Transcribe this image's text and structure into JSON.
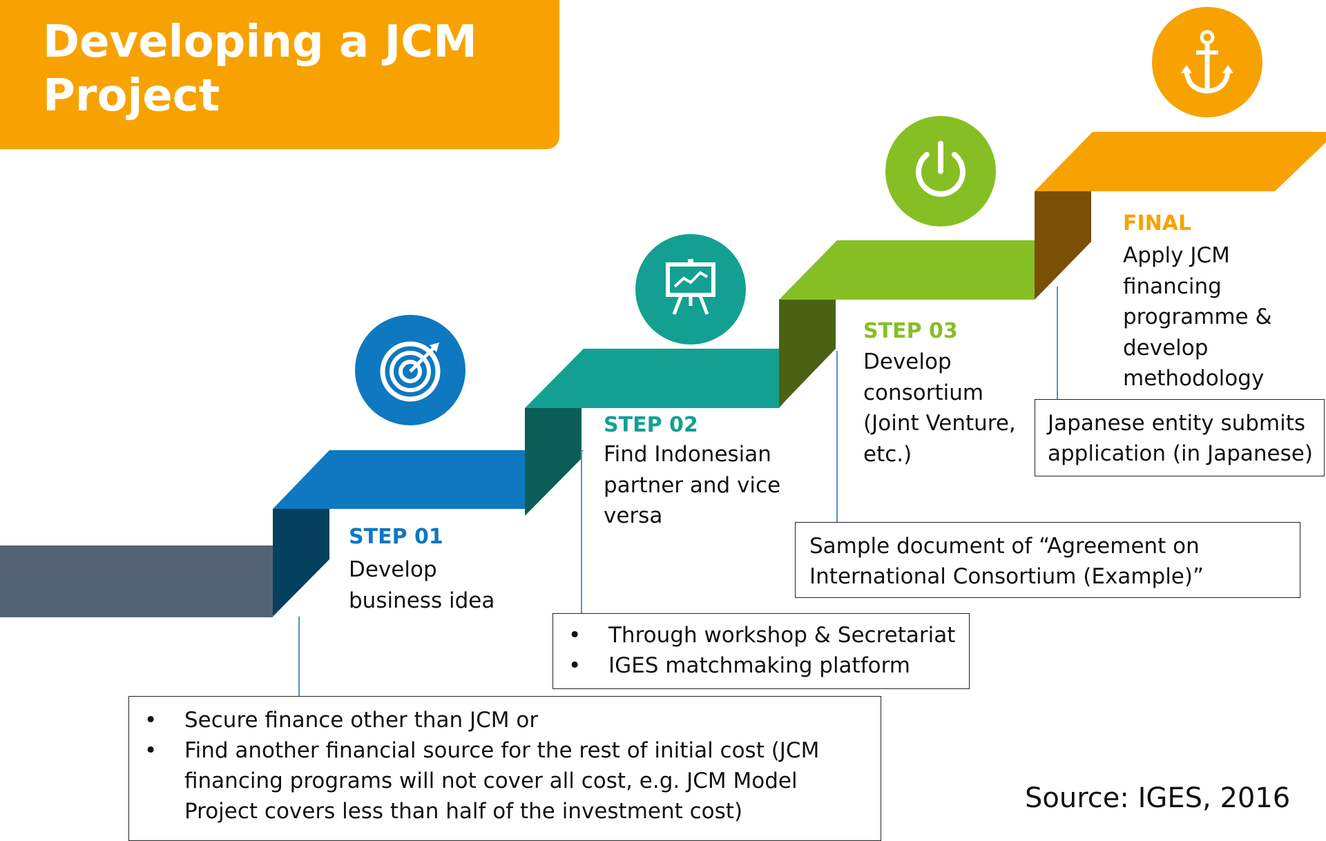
{
  "title": "Developing a JCM Project",
  "colors": {
    "title_bg": "#f7a200",
    "step01": "#0e78c0",
    "step02": "#13a092",
    "step03": "#86bf24",
    "final": "#f7a200",
    "base": "#546276"
  },
  "steps": [
    {
      "label": "STEP 01",
      "description": "Develop business idea",
      "icon": "target-icon",
      "note_items": [
        "Secure finance other than JCM or",
        "Find another financial source for the rest of initial  cost (JCM financing programs will not cover all cost, e.g. JCM Model Project covers less than half of the investment cost)"
      ]
    },
    {
      "label": "STEP 02",
      "description": "Find Indonesian partner and vice versa",
      "icon": "presentation-chart-icon",
      "note_items": [
        "Through workshop & Secretariat",
        "IGES matchmaking platform"
      ]
    },
    {
      "label": "STEP 03",
      "description": "Develop consortium (Joint Venture, etc.)",
      "icon": "power-icon",
      "note": "Sample document of “Agreement on International Consortium (Example)”"
    },
    {
      "label": "FINAL",
      "description": "Apply JCM financing programme & develop methodology",
      "icon": "anchor-icon",
      "note": "Japanese entity submits application (in Japanese)"
    }
  ],
  "source": "Source: IGES, 2016"
}
